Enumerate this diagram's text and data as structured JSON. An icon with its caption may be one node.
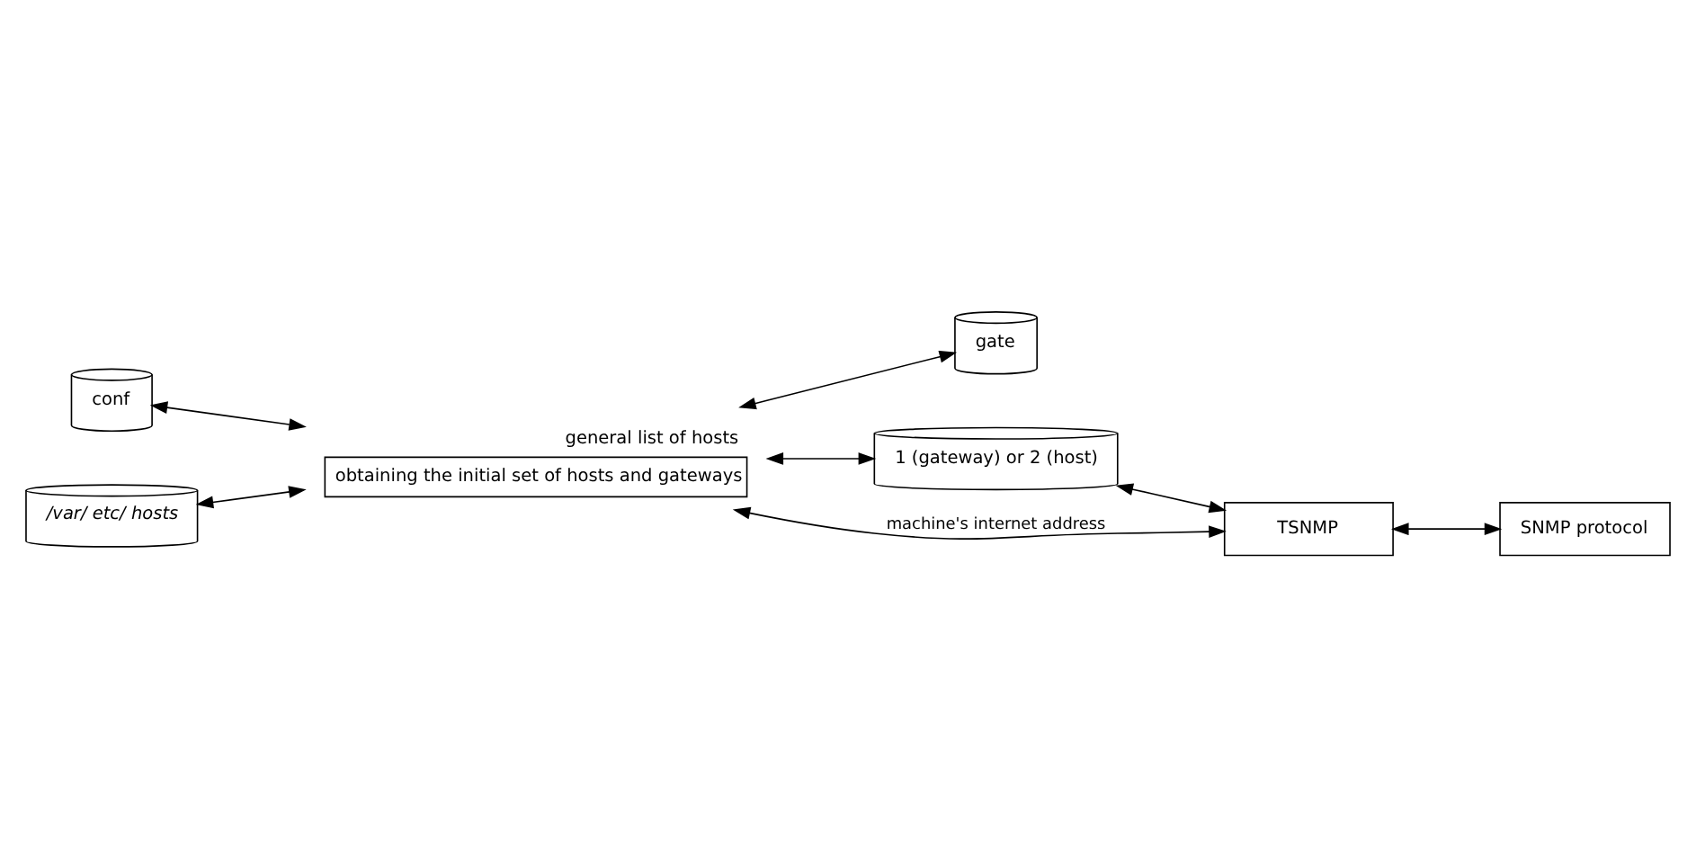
{
  "diagram": {
    "nodes": [
      {
        "text": [
          "conf"
        ]
      },
      {
        "text": [
          "/var/ etc/ hosts"
        ]
      },
      {
        "text": [
          "obtaining the initial set of hosts and gateways"
        ],
        "beside": [
          "general list of hosts"
        ]
      },
      {
        "text": [
          "gate"
        ]
      },
      {
        "text": [
          "1 (gateway) or 2 (host)"
        ]
      },
      {
        "text": [
          "TSNMP"
        ]
      },
      {
        "text": [
          "SNMP protocol"
        ]
      }
    ],
    "edges": [
      {
        "from": 0,
        "to": 2,
        "arrow": "both"
      },
      {
        "from": 1,
        "to": 2,
        "arrow": "both"
      },
      {
        "from": 2,
        "to": 3,
        "arrow": "both"
      },
      {
        "from": 2,
        "to": 4,
        "arrow": "both"
      },
      {
        "from": 4,
        "to": 5,
        "arrow": "both"
      },
      {
        "from": 2,
        "to": 5,
        "arrow": "both",
        "label": "machine's internet address"
      },
      {
        "from": 5,
        "to": 6,
        "arrow": "both"
      }
    ]
  }
}
